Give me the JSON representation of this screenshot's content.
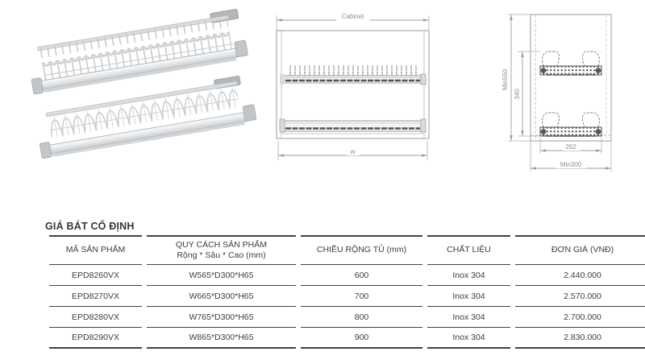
{
  "title": "GIÁ BÁT CỐ ĐỊNH",
  "diagrams": {
    "front_view": {
      "top_dim_label": "Cabinet",
      "bottom_dim_label": "w"
    },
    "side_view": {
      "height_dim_label": "Min550",
      "rack_span_dim_label": "340",
      "rack_depth_dim_label": "262",
      "cabinet_depth_dim_label": "Min300"
    }
  },
  "table": {
    "headers": {
      "product_code": "MÃ SẢN PHẨM",
      "spec_line1": "QUY CÁCH SẢN PHẨM",
      "spec_line2": "Rộng * Sâu * Cao (mm)",
      "cabinet_width": "CHIỀU RỘNG TỦ (mm)",
      "material": "CHẤT LIỆU",
      "price": "ĐƠN GIÁ (VNĐ)"
    },
    "rows": [
      {
        "code": "EPD8260VX",
        "spec": "W565*D300*H65",
        "cabinet_width": "600",
        "material": "Inox 304",
        "price": "2.440.000"
      },
      {
        "code": "EPD8270VX",
        "spec": "W665*D300*H65",
        "cabinet_width": "700",
        "material": "Inox 304",
        "price": "2.570.000"
      },
      {
        "code": "EPD8280VX",
        "spec": "W765*D300*H65",
        "cabinet_width": "800",
        "material": "Inox 304",
        "price": "2.700.000"
      },
      {
        "code": "EPD8290VX",
        "spec": "W865*D300*H65",
        "cabinet_width": "900",
        "material": "Inox 304",
        "price": "2.830.000"
      }
    ]
  },
  "colors": {
    "text": "#3d3d44",
    "table_rule": "#424242",
    "drawing_line": "#a0a4a8",
    "drawing_text": "#8b8f93"
  }
}
